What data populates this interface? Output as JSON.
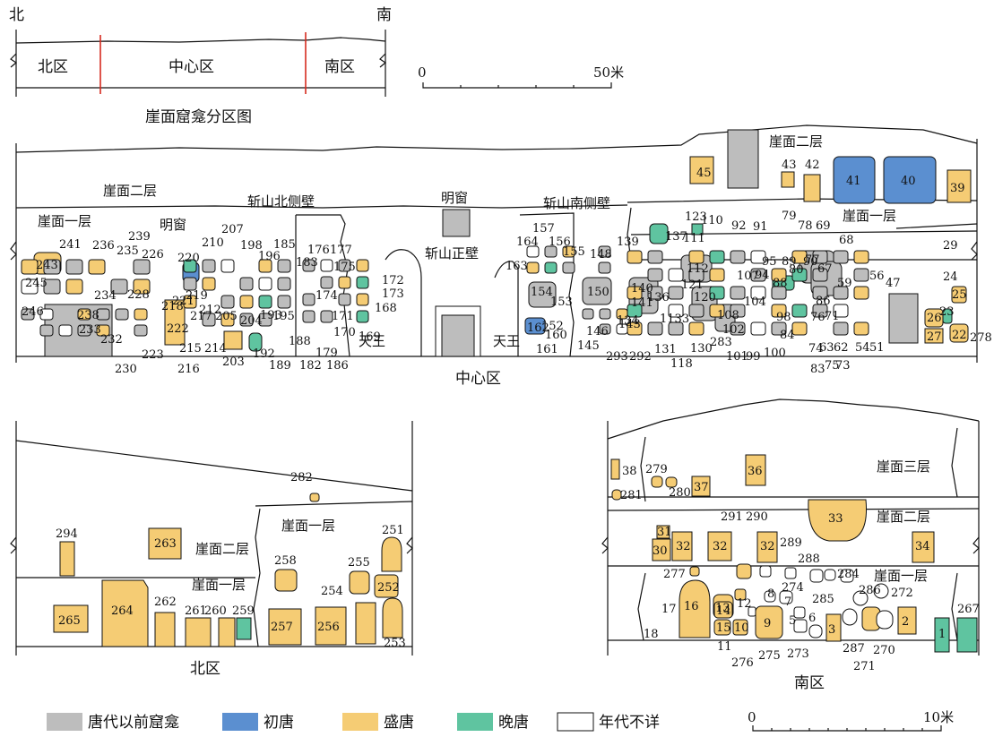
{
  "colors": {
    "pre_tang": "#bdbdbd",
    "early_tang": "#5b8fd0",
    "high_tang": "#f5cc74",
    "late_tang": "#5fc4a0",
    "unknown": "#ffffff"
  },
  "overview": {
    "north": "北",
    "south": "南",
    "zone_north": "北区",
    "zone_center": "中心区",
    "zone_south": "南区",
    "title": "崖面窟龛分区图",
    "scale_start": "0",
    "scale_end": "50米"
  },
  "center": {
    "title": "中心区",
    "labels": {
      "tier2_left": "崖面二层",
      "tier2_right": "崖面二层",
      "tier1_left": "崖面一层",
      "tier1_right": "崖面一层",
      "window_left": "明窗",
      "window_center": "明窗",
      "wall_north": "斩山北侧壁",
      "wall_south": "斩山南侧壁",
      "wall_main": "斩山正壁",
      "king_left": "天王",
      "king_right": "天王"
    },
    "caves": [
      {
        "id": "45",
        "c": "high_tang"
      },
      {
        "id": "43",
        "c": "high_tang"
      },
      {
        "id": "42",
        "c": "high_tang"
      },
      {
        "id": "41",
        "c": "early_tang"
      },
      {
        "id": "40",
        "c": "early_tang"
      },
      {
        "id": "39",
        "c": "high_tang"
      },
      {
        "id": "29",
        "c": "unknown"
      },
      {
        "id": "243",
        "c": "high_tang"
      },
      {
        "id": "25",
        "c": "high_tang"
      },
      {
        "id": "26",
        "c": "high_tang"
      },
      {
        "id": "27",
        "c": "high_tang"
      },
      {
        "id": "22",
        "c": "high_tang"
      },
      {
        "id": "154",
        "c": "pre_tang"
      },
      {
        "id": "150",
        "c": "pre_tang"
      },
      {
        "id": "153",
        "c": "pre_tang"
      },
      {
        "id": "162",
        "c": "early_tang"
      },
      {
        "id": "112",
        "c": "pre_tang"
      },
      {
        "id": "77",
        "c": "pre_tang"
      },
      {
        "id": "67",
        "c": "pre_tang"
      },
      {
        "id": "80",
        "c": "pre_tang"
      },
      {
        "id": "88",
        "c": "late_tang"
      },
      {
        "id": "219",
        "c": "early_tang"
      },
      {
        "id": "222",
        "c": "high_tang"
      },
      {
        "id": "140",
        "c": "pre_tang"
      },
      {
        "id": "141",
        "c": "pre_tang"
      },
      {
        "id": "120",
        "c": "pre_tang"
      },
      {
        "id": "108",
        "c": "pre_tang"
      }
    ],
    "numbers": [
      "241",
      "236",
      "235",
      "226",
      "239",
      "220",
      "210",
      "207",
      "198",
      "196",
      "185",
      "183",
      "176",
      "177",
      "175",
      "172",
      "173",
      "168",
      "169",
      "245",
      "234",
      "228",
      "218",
      "221",
      "217",
      "205",
      "204",
      "193",
      "195",
      "174",
      "171",
      "170",
      "246",
      "238",
      "233",
      "232",
      "230",
      "223",
      "215",
      "214",
      "212",
      "216",
      "203",
      "192",
      "188",
      "189",
      "182",
      "179",
      "186",
      "157",
      "156",
      "155",
      "164",
      "163",
      "148",
      "139",
      "137",
      "123",
      "110",
      "92",
      "91",
      "79",
      "78",
      "69",
      "68",
      "111",
      "107",
      "94",
      "89",
      "90",
      "95",
      "104",
      "98",
      "102",
      "86",
      "83",
      "75",
      "73",
      "63",
      "62",
      "54",
      "51",
      "59",
      "56",
      "47",
      "24",
      "23",
      "278",
      "160",
      "161",
      "145",
      "146",
      "134",
      "293",
      "292",
      "131",
      "130",
      "118",
      "283",
      "101",
      "99",
      "100",
      "84",
      "76",
      "71",
      "74",
      "152",
      "143",
      "1133",
      "136",
      "121"
    ]
  },
  "north": {
    "title": "北区",
    "labels": {
      "tier2": "崖面二层",
      "tier1a": "崖面一层",
      "tier1b": "崖面一层"
    },
    "caves": [
      {
        "id": "294",
        "c": "high_tang"
      },
      {
        "id": "263",
        "c": "high_tang"
      },
      {
        "id": "282",
        "c": "high_tang"
      },
      {
        "id": "265",
        "c": "high_tang"
      },
      {
        "id": "264",
        "c": "high_tang"
      },
      {
        "id": "262",
        "c": "high_tang"
      },
      {
        "id": "261",
        "c": "high_tang"
      },
      {
        "id": "260",
        "c": "high_tang"
      },
      {
        "id": "259",
        "c": "late_tang"
      },
      {
        "id": "258",
        "c": "high_tang"
      },
      {
        "id": "257",
        "c": "high_tang"
      },
      {
        "id": "256",
        "c": "high_tang"
      },
      {
        "id": "255",
        "c": "high_tang"
      },
      {
        "id": "254",
        "c": "high_tang"
      },
      {
        "id": "253",
        "c": "high_tang"
      },
      {
        "id": "252",
        "c": "high_tang"
      },
      {
        "id": "251",
        "c": "high_tang"
      }
    ]
  },
  "south": {
    "title": "南区",
    "labels": {
      "tier3": "崖面三层",
      "tier2": "崖面二层",
      "tier1": "崖面一层"
    },
    "caves": [
      {
        "id": "38",
        "c": "high_tang"
      },
      {
        "id": "279",
        "c": "high_tang"
      },
      {
        "id": "280",
        "c": "high_tang"
      },
      {
        "id": "281",
        "c": "high_tang"
      },
      {
        "id": "37",
        "c": "high_tang"
      },
      {
        "id": "36",
        "c": "high_tang"
      },
      {
        "id": "33",
        "c": "high_tang"
      },
      {
        "id": "31",
        "c": "high_tang"
      },
      {
        "id": "30",
        "c": "high_tang"
      },
      {
        "id": "32",
        "c": "high_tang"
      },
      {
        "id": "34",
        "c": "high_tang"
      },
      {
        "id": "16",
        "c": "high_tang"
      },
      {
        "id": "13",
        "c": "high_tang"
      },
      {
        "id": "14",
        "c": "high_tang"
      },
      {
        "id": "15",
        "c": "high_tang"
      },
      {
        "id": "10",
        "c": "high_tang"
      },
      {
        "id": "9",
        "c": "high_tang"
      },
      {
        "id": "3",
        "c": "high_tang"
      },
      {
        "id": "2",
        "c": "high_tang"
      },
      {
        "id": "1",
        "c": "late_tang"
      },
      {
        "id": "267",
        "c": "late_tang"
      }
    ],
    "numbers": [
      "291",
      "290",
      "289",
      "288",
      "277",
      "284",
      "285",
      "286",
      "272",
      "274",
      "17",
      "18",
      "11",
      "12",
      "276",
      "275",
      "273",
      "5",
      "6",
      "7",
      "8",
      "287",
      "270",
      "271"
    ]
  },
  "legend": [
    {
      "label": "唐代以前窟龛",
      "c": "pre_tang"
    },
    {
      "label": "初唐",
      "c": "early_tang"
    },
    {
      "label": "盛唐",
      "c": "high_tang"
    },
    {
      "label": "晚唐",
      "c": "late_tang"
    },
    {
      "label": "年代不详",
      "c": "unknown"
    }
  ],
  "scale2": {
    "start": "0",
    "end": "10米"
  }
}
